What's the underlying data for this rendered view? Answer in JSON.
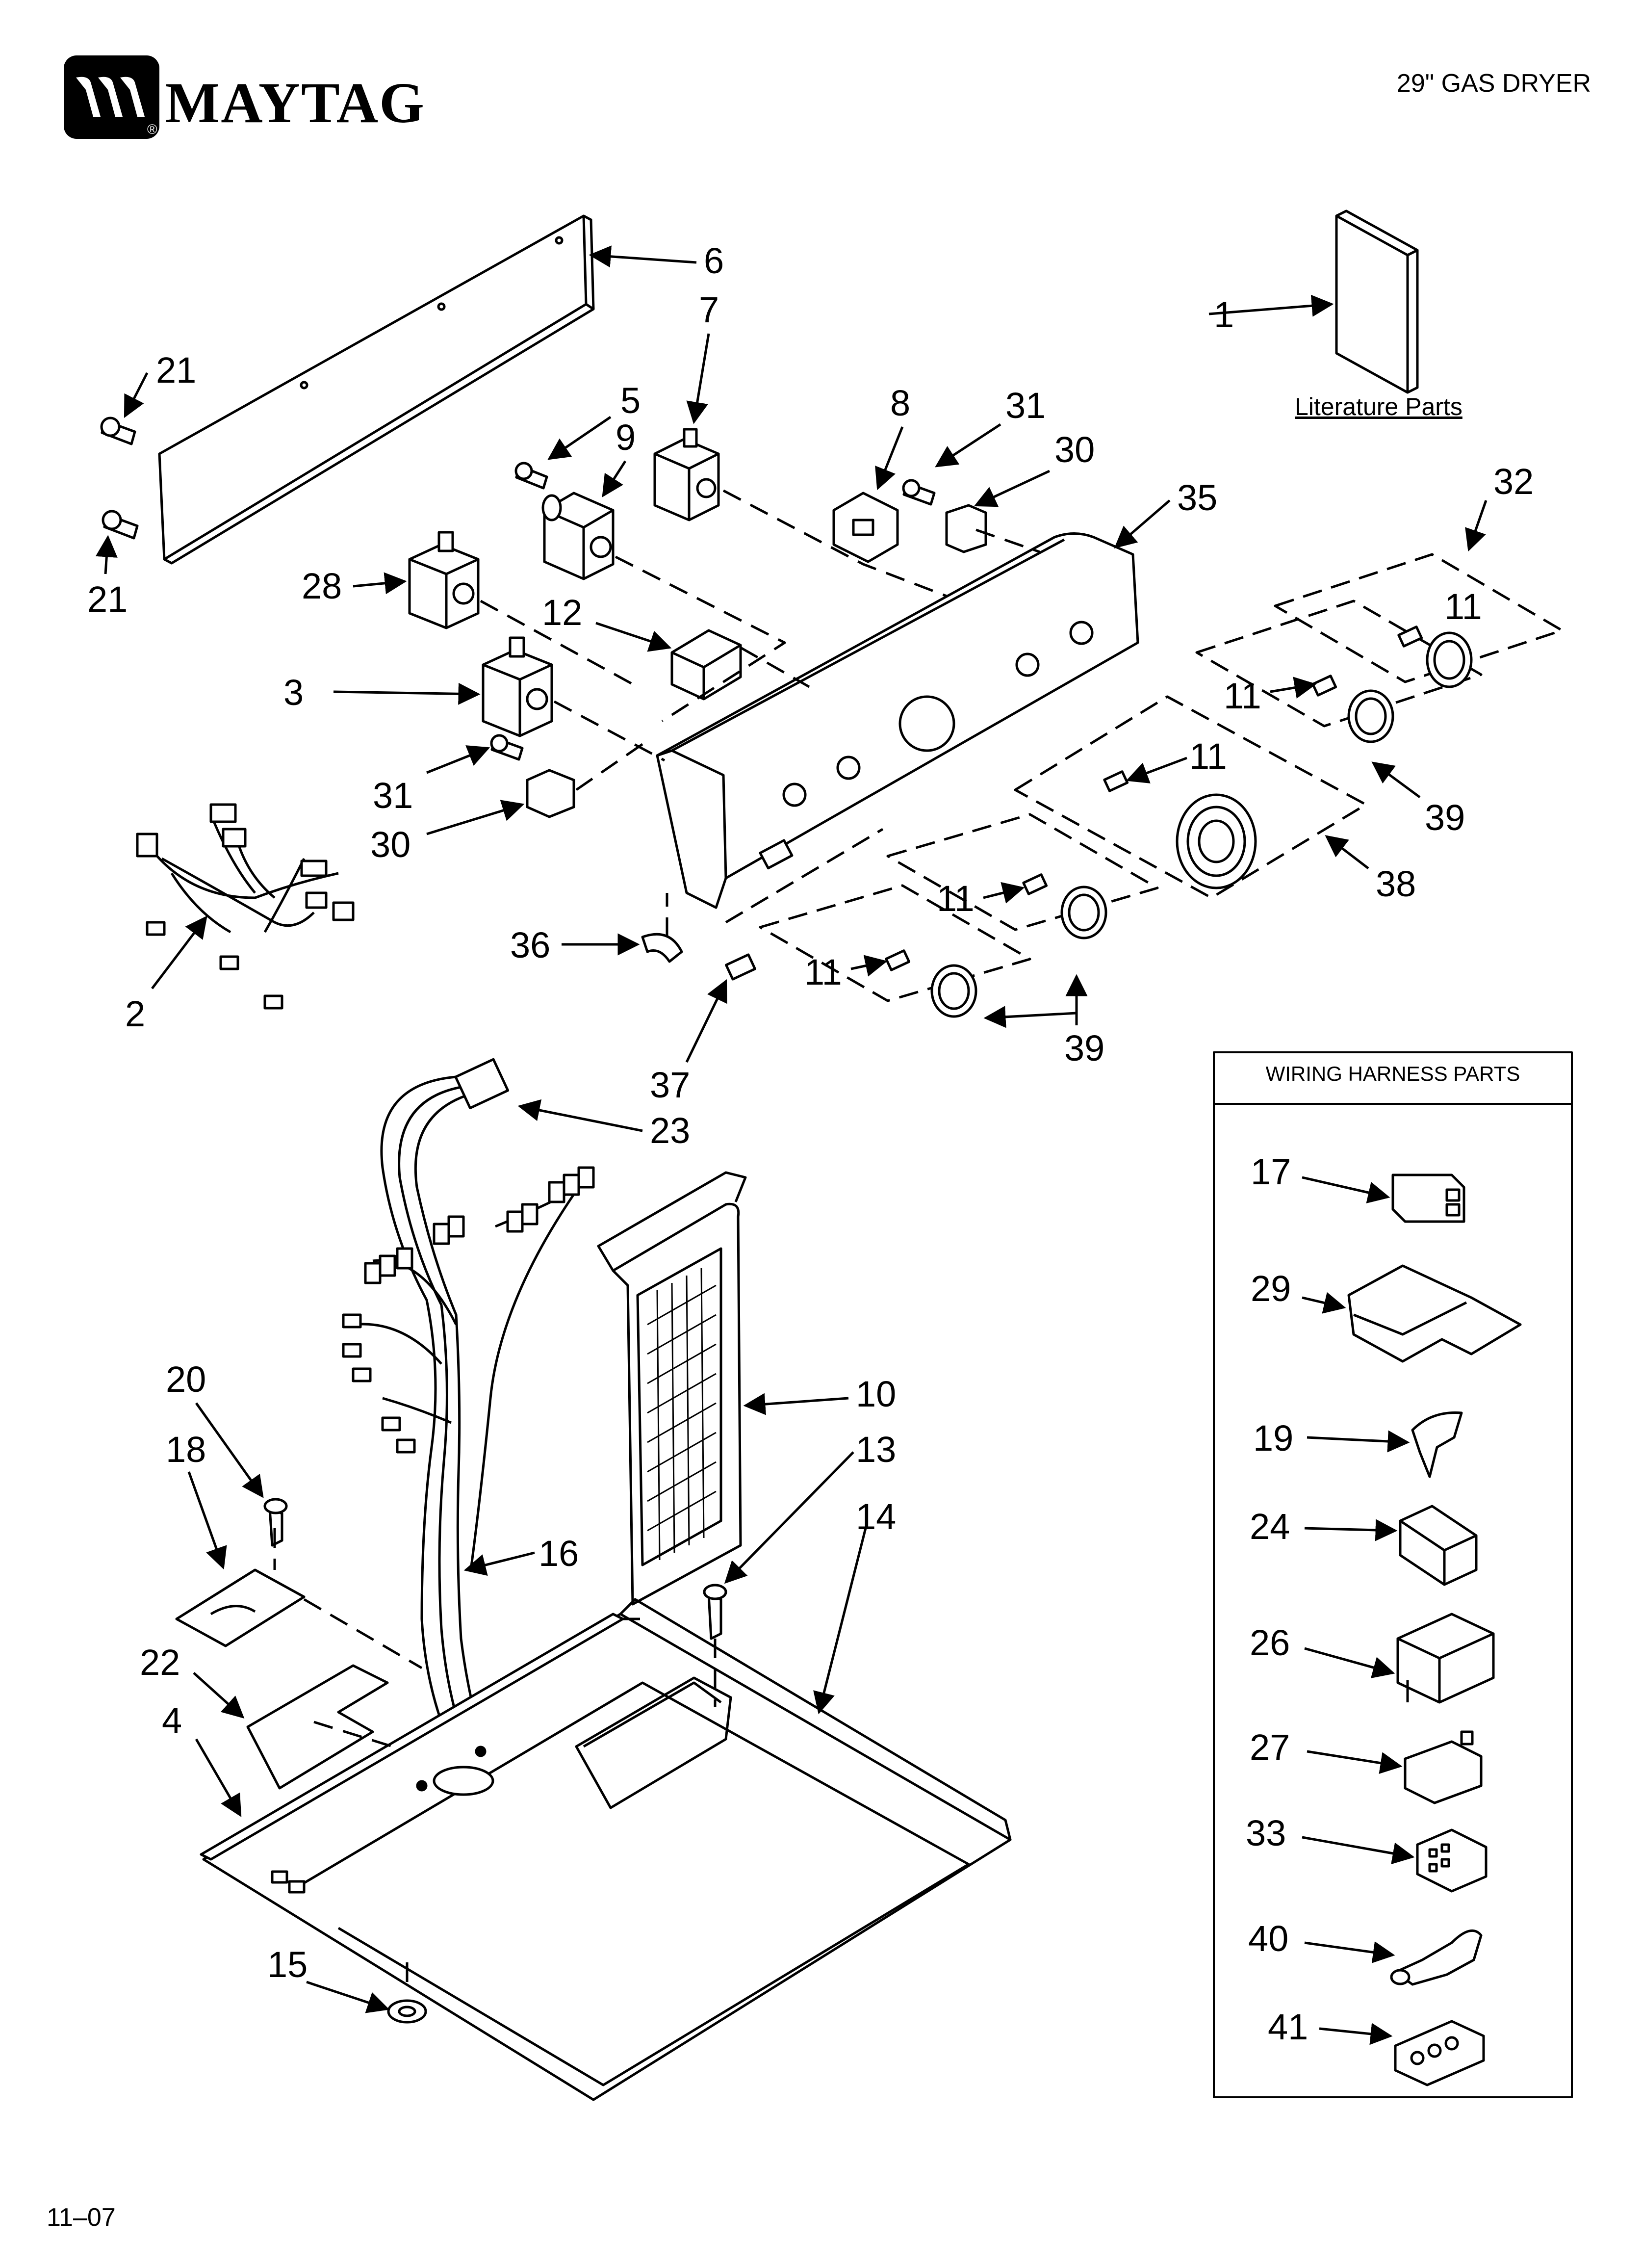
{
  "header": {
    "brand": "MAYTAG",
    "registered_mark": "®",
    "title": "29\" GAS DRYER"
  },
  "footer": {
    "date_code": "11–07"
  },
  "labels": {
    "literature_parts": "Literature Parts",
    "wiring_harness_parts": "WIRING HARNESS PARTS"
  },
  "callouts": [
    {
      "id": "c1",
      "text": "1"
    },
    {
      "id": "c6",
      "text": "6"
    },
    {
      "id": "c7",
      "text": "7"
    },
    {
      "id": "c21a",
      "text": "21"
    },
    {
      "id": "c21b",
      "text": "21"
    },
    {
      "id": "c5",
      "text": "5"
    },
    {
      "id": "c9",
      "text": "9"
    },
    {
      "id": "c8",
      "text": "8"
    },
    {
      "id": "c31a",
      "text": "31"
    },
    {
      "id": "c30a",
      "text": "30"
    },
    {
      "id": "c35",
      "text": "35"
    },
    {
      "id": "c32",
      "text": "32"
    },
    {
      "id": "c28",
      "text": "28"
    },
    {
      "id": "c12",
      "text": "12"
    },
    {
      "id": "c11a",
      "text": "11"
    },
    {
      "id": "c11b",
      "text": "11"
    },
    {
      "id": "c11c",
      "text": "11"
    },
    {
      "id": "c11d",
      "text": "11"
    },
    {
      "id": "c11e",
      "text": "11"
    },
    {
      "id": "c3",
      "text": "3"
    },
    {
      "id": "c31b",
      "text": "31"
    },
    {
      "id": "c30b",
      "text": "30"
    },
    {
      "id": "c39a",
      "text": "39"
    },
    {
      "id": "c38",
      "text": "38"
    },
    {
      "id": "c2",
      "text": "2"
    },
    {
      "id": "c36",
      "text": "36"
    },
    {
      "id": "c37",
      "text": "37"
    },
    {
      "id": "c39b",
      "text": "39"
    },
    {
      "id": "c23",
      "text": "23"
    },
    {
      "id": "c17",
      "text": "17"
    },
    {
      "id": "c29",
      "text": "29"
    },
    {
      "id": "c19",
      "text": "19"
    },
    {
      "id": "c24",
      "text": "24"
    },
    {
      "id": "c26",
      "text": "26"
    },
    {
      "id": "c27",
      "text": "27"
    },
    {
      "id": "c33",
      "text": "33"
    },
    {
      "id": "c40",
      "text": "40"
    },
    {
      "id": "c41",
      "text": "41"
    },
    {
      "id": "c20",
      "text": "20"
    },
    {
      "id": "c18",
      "text": "18"
    },
    {
      "id": "c10",
      "text": "10"
    },
    {
      "id": "c13",
      "text": "13"
    },
    {
      "id": "c14",
      "text": "14"
    },
    {
      "id": "c16",
      "text": "16"
    },
    {
      "id": "c22",
      "text": "22"
    },
    {
      "id": "c4",
      "text": "4"
    },
    {
      "id": "c15",
      "text": "15"
    }
  ]
}
